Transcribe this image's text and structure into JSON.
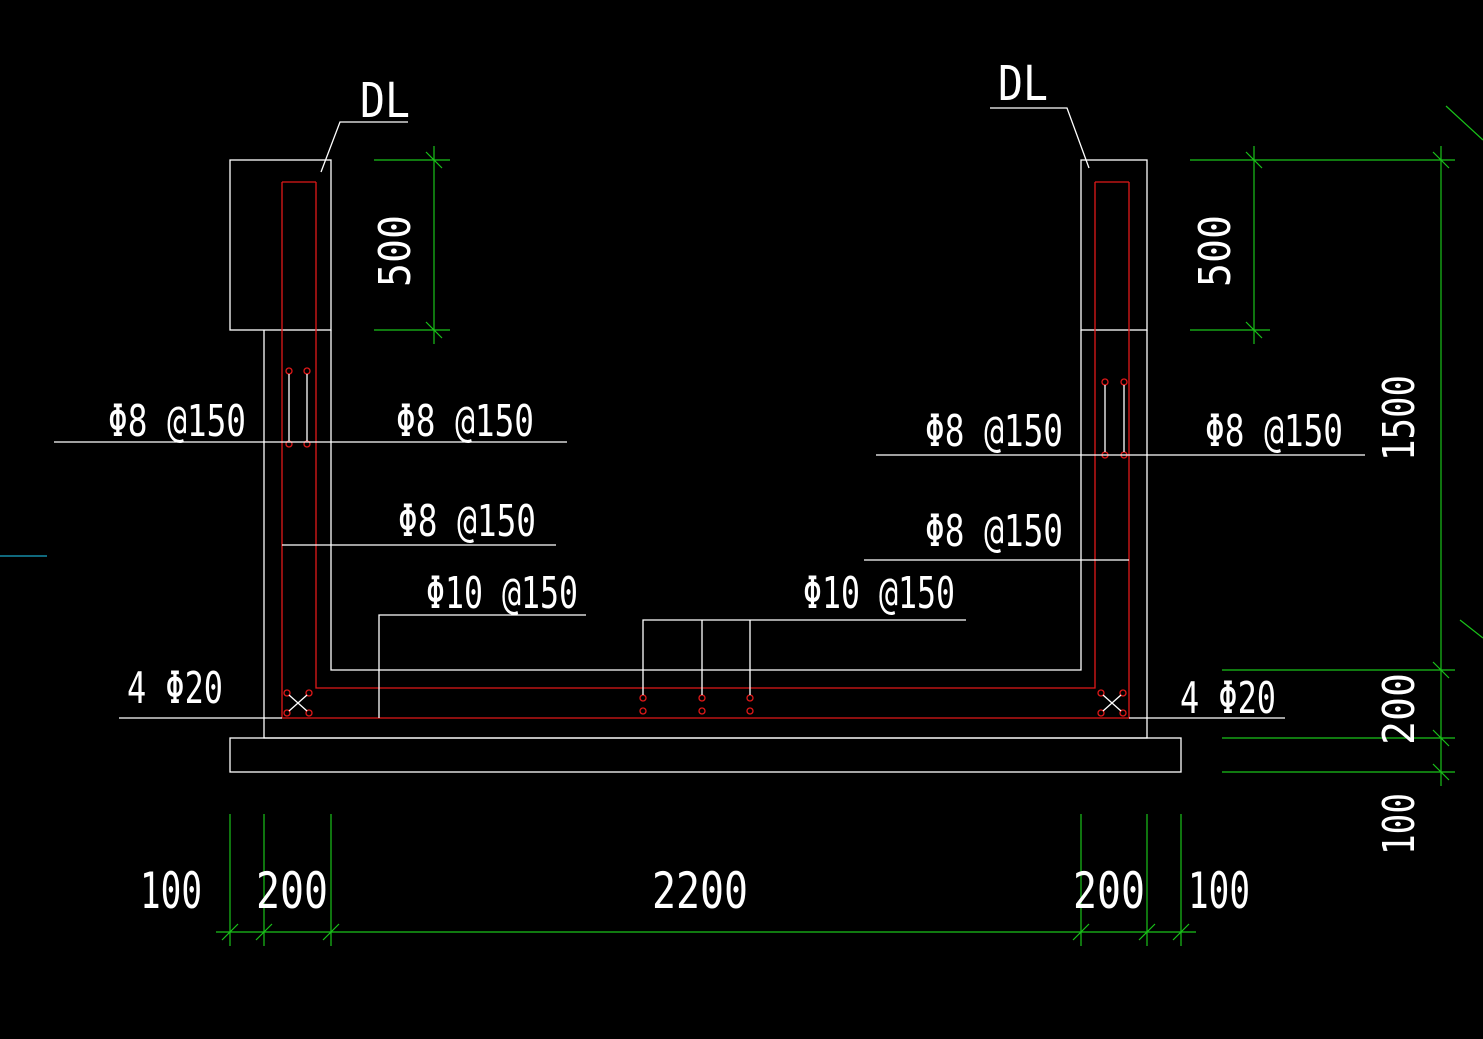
{
  "colors": {
    "background": "#000000",
    "outline": "#ffffff",
    "rebar": "#e01818",
    "dimension": "#19c219",
    "axis": "#19a8c8"
  },
  "beam_labels": {
    "left": "DL",
    "right": "DL"
  },
  "rebar_labels": {
    "left_wall_outer": "Φ8 @150",
    "left_wall_inner": "Φ8 @150",
    "left_wall_horizontal": "Φ8 @150",
    "left_slab": "Φ10 @150",
    "left_corner": "4 Φ20",
    "right_wall_inner": "Φ8 @150",
    "right_wall_outer": "Φ8 @150",
    "right_wall_horizontal": "Φ8 @150",
    "right_slab": "Φ10 @150",
    "right_corner": "4 Φ20"
  },
  "dimensions": {
    "left_beam_height": "500",
    "right_beam_height": "500",
    "total_height": "1500",
    "slab_thickness": "200",
    "cushion_thickness": "100",
    "bottom": [
      "100",
      "200",
      "2200",
      "200",
      "100"
    ]
  }
}
